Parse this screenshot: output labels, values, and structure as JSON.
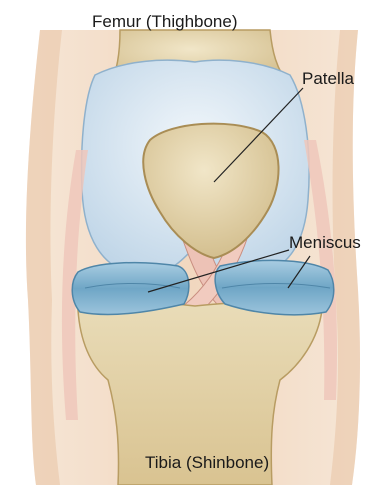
{
  "labels": {
    "femur": "Femur (Thighbone)",
    "patella": "Patella",
    "meniscus": "Meniscus",
    "tibia": "Tibia (Shinbone)"
  },
  "colors": {
    "background": "#ffffff",
    "skin": "#f3dcc6",
    "cartilage": "#dbe9f4",
    "bone": "#e6d6ae",
    "meniscus": "#7fb3cf",
    "ligament": "#e8b9ad",
    "leader_line": "#222222"
  }
}
